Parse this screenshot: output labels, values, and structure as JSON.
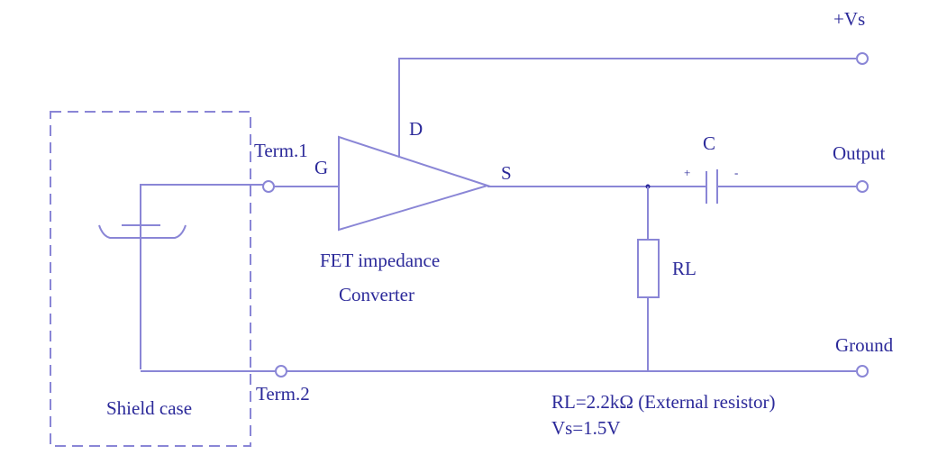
{
  "labels": {
    "vs_terminal": "+Vs",
    "drain": "D",
    "gate": "G",
    "source": "S",
    "term1": "Term.1",
    "term2": "Term.2",
    "capacitor": "C",
    "cap_plus": "+",
    "cap_minus": "-",
    "output": "Output",
    "ground": "Ground",
    "resistor": "RL",
    "fet_line1": "FET impedance",
    "fet_line2": "Converter",
    "shield": "Shield case",
    "note_rl": "RL=2.2kΩ (External resistor)",
    "note_vs": "Vs=1.5V"
  },
  "colors": {
    "wire": "#8a86d6",
    "text": "#2c2a9a"
  }
}
